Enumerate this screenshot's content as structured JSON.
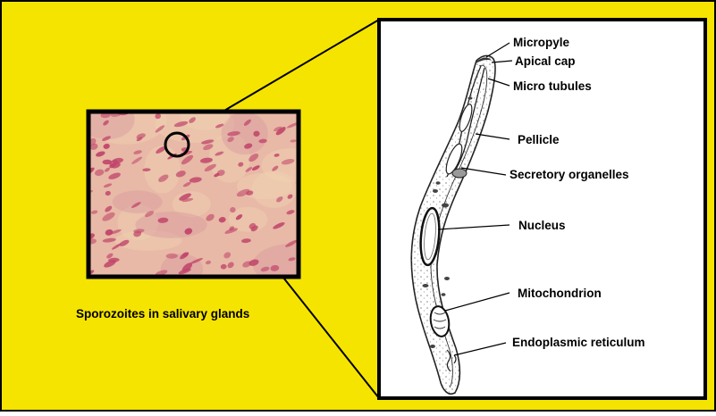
{
  "colors": {
    "background": "#f5e400",
    "frame": "#000000",
    "panel": "#ffffff",
    "tissue_base": "#e8b9a6",
    "tissue_nuclei": "#c0456a"
  },
  "micrograph": {
    "caption": "Sporozoites in salivary glands"
  },
  "diagram": {
    "labels": {
      "micropyle": "Micropyle",
      "apical_cap": "Apical cap",
      "micro_tubules": "Micro tubules",
      "pellicle": "Pellicle",
      "secretory_organelles": "Secretory organelles",
      "nucleus": "Nucleus",
      "mitochondrion": "Mitochondrion",
      "endoplasmic_reticulum": "Endoplasmic reticulum"
    }
  }
}
